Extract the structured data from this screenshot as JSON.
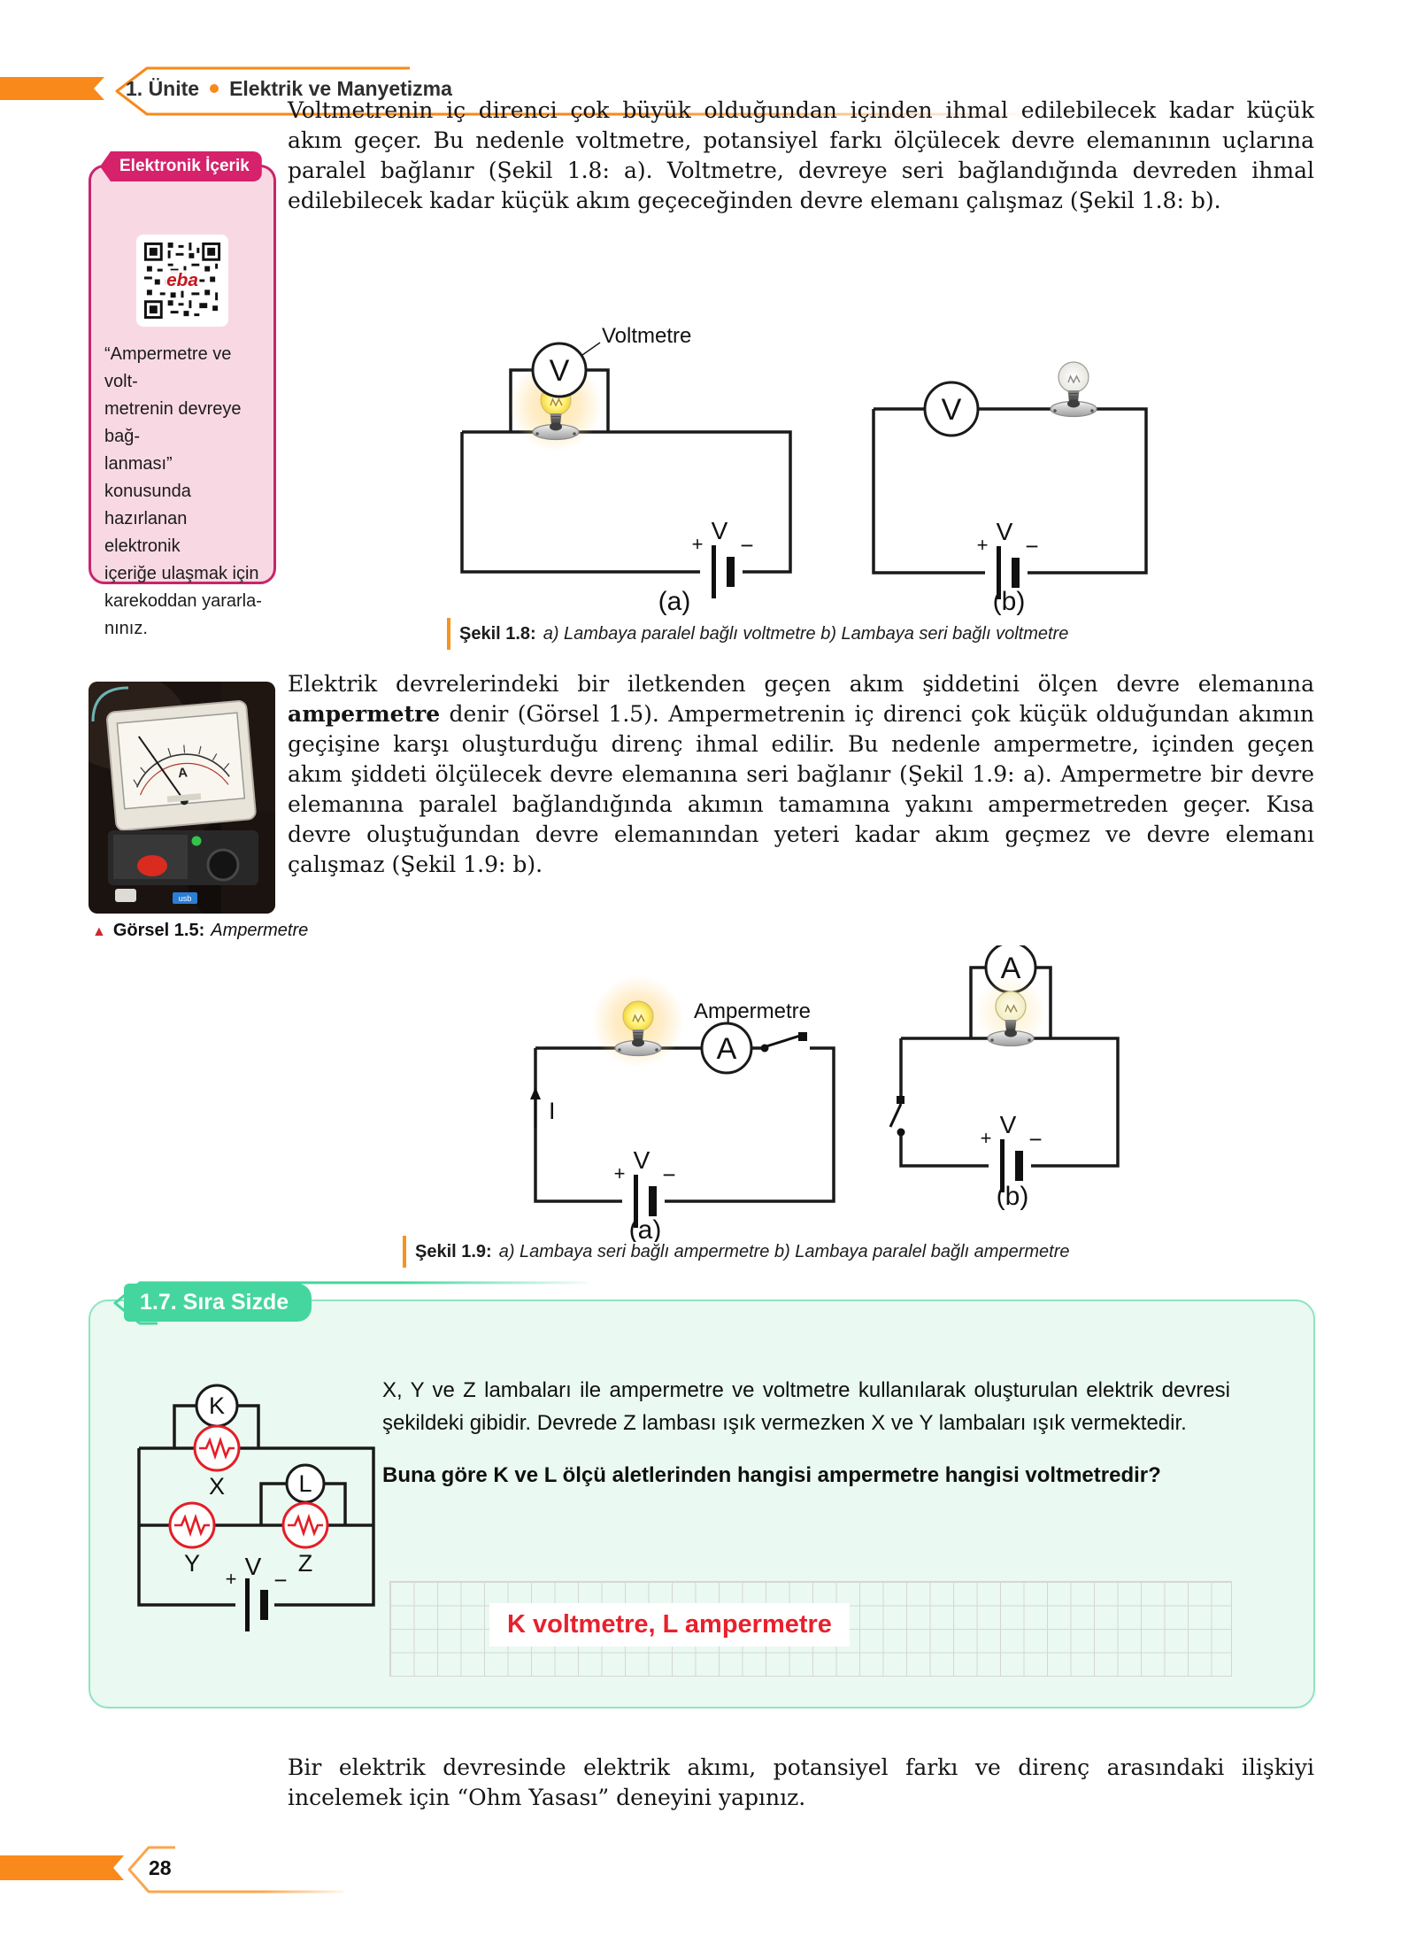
{
  "header": {
    "unit": "1. Ünite",
    "title": "Elektrik ve Manyetizma"
  },
  "footer": {
    "page_number": "28"
  },
  "electronic_box": {
    "title": "Elektronik İçerik",
    "qr_center_label": "eba",
    "body": "“Ampermetre ve volt-\nmetrenin devreye bağ-\nlanması” konusunda\nhazırlanan elektronik\niçeriğe ulaşmak için\nkarekoddan yararla-\nnınız."
  },
  "gorsel_caption": {
    "marker": "▲",
    "label": "Görsel 1.5:",
    "text": "Ampermetre"
  },
  "paragraph1": "Voltmetrenin iç direnci çok büyük olduğundan içinden ihmal edilebilecek kadar küçük akım geçer. Bu nedenle voltmetre, potansiyel farkı ölçülecek devre elemanının uçlarına paralel bağlanır (Şekil 1.8: a). Voltmetre, devreye seri bağlandığında devreden ihmal edilebilecek kadar küçük akım geçeceğinden devre elemanı çalışmaz (Şekil 1.8: b).",
  "paragraph2": {
    "before": "Elektrik devrelerindeki bir iletkenden geçen akım şiddetini ölçen devre elemanına ",
    "bold": "ampermetre",
    "after": " denir (Görsel 1.5). Ampermetrenin iç direnci çok küçük olduğundan akımın geçişine karşı oluşturduğu direnç ihmal edilir. Bu nedenle ampermetre, içinden geçen akım şiddeti ölçülecek devre elemanına seri bağlanır (Şekil 1.9: a). Ampermetre bir devre elemanına paralel bağlandığında akımın tamamına yakını ampermetreden geçer. Kısa devre oluştuğundan devre elemanından yeteri kadar akım geçmez ve devre elemanı çalışmaz (Şekil 1.9: b)."
  },
  "figures": {
    "fig18": {
      "label": "Şekil 1.8:",
      "caption": "a) Lambaya paralel bağlı voltmetre b) Lambaya seri bağlı voltmetre",
      "device_label": "Voltmetre",
      "meter_letter": "V"
    },
    "fig19": {
      "label": "Şekil 1.9:",
      "caption": "a) Lambaya seri bağlı ampermetre b) Lambaya paralel bağlı ampermetre",
      "device_label": "Ampermetre",
      "meter_letter": "A",
      "current_label": "I"
    },
    "common": {
      "battery_label": "V",
      "plus": "+",
      "minus": "−",
      "sub_a": "(a)",
      "sub_b": "(b)"
    }
  },
  "sira_sizde": {
    "tab_title": "1.7. Sıra Sizde",
    "question_intro": "X, Y ve Z lambaları ile ampermetre ve voltmetre kullanılarak oluşturulan elektrik devresi şekildeki gibidir. Devrede Z lambası ışık vermezken X ve Y lambaları ışık vermektedir.",
    "question_bold": "Buna göre K ve L ölçü aletlerinden hangisi ampermetre hangisi voltmetredir?",
    "answer": "K voltmetre, L ampermetre",
    "circuit": {
      "meter_k": "K",
      "meter_l": "L",
      "lamp_x": "X",
      "lamp_y": "Y",
      "lamp_z": "Z"
    }
  },
  "closing_paragraph": "Bir elektrik devresinde elektrik akımı, potansiyel farkı ve direnç arasındaki ilişkiyi incelemek için “Ohm Yasası” deneyini yapınız.",
  "colors": {
    "orange": "#F8891A",
    "pink": "#D6216B",
    "mint": "#44D69E",
    "answer_red": "#E8212D"
  }
}
